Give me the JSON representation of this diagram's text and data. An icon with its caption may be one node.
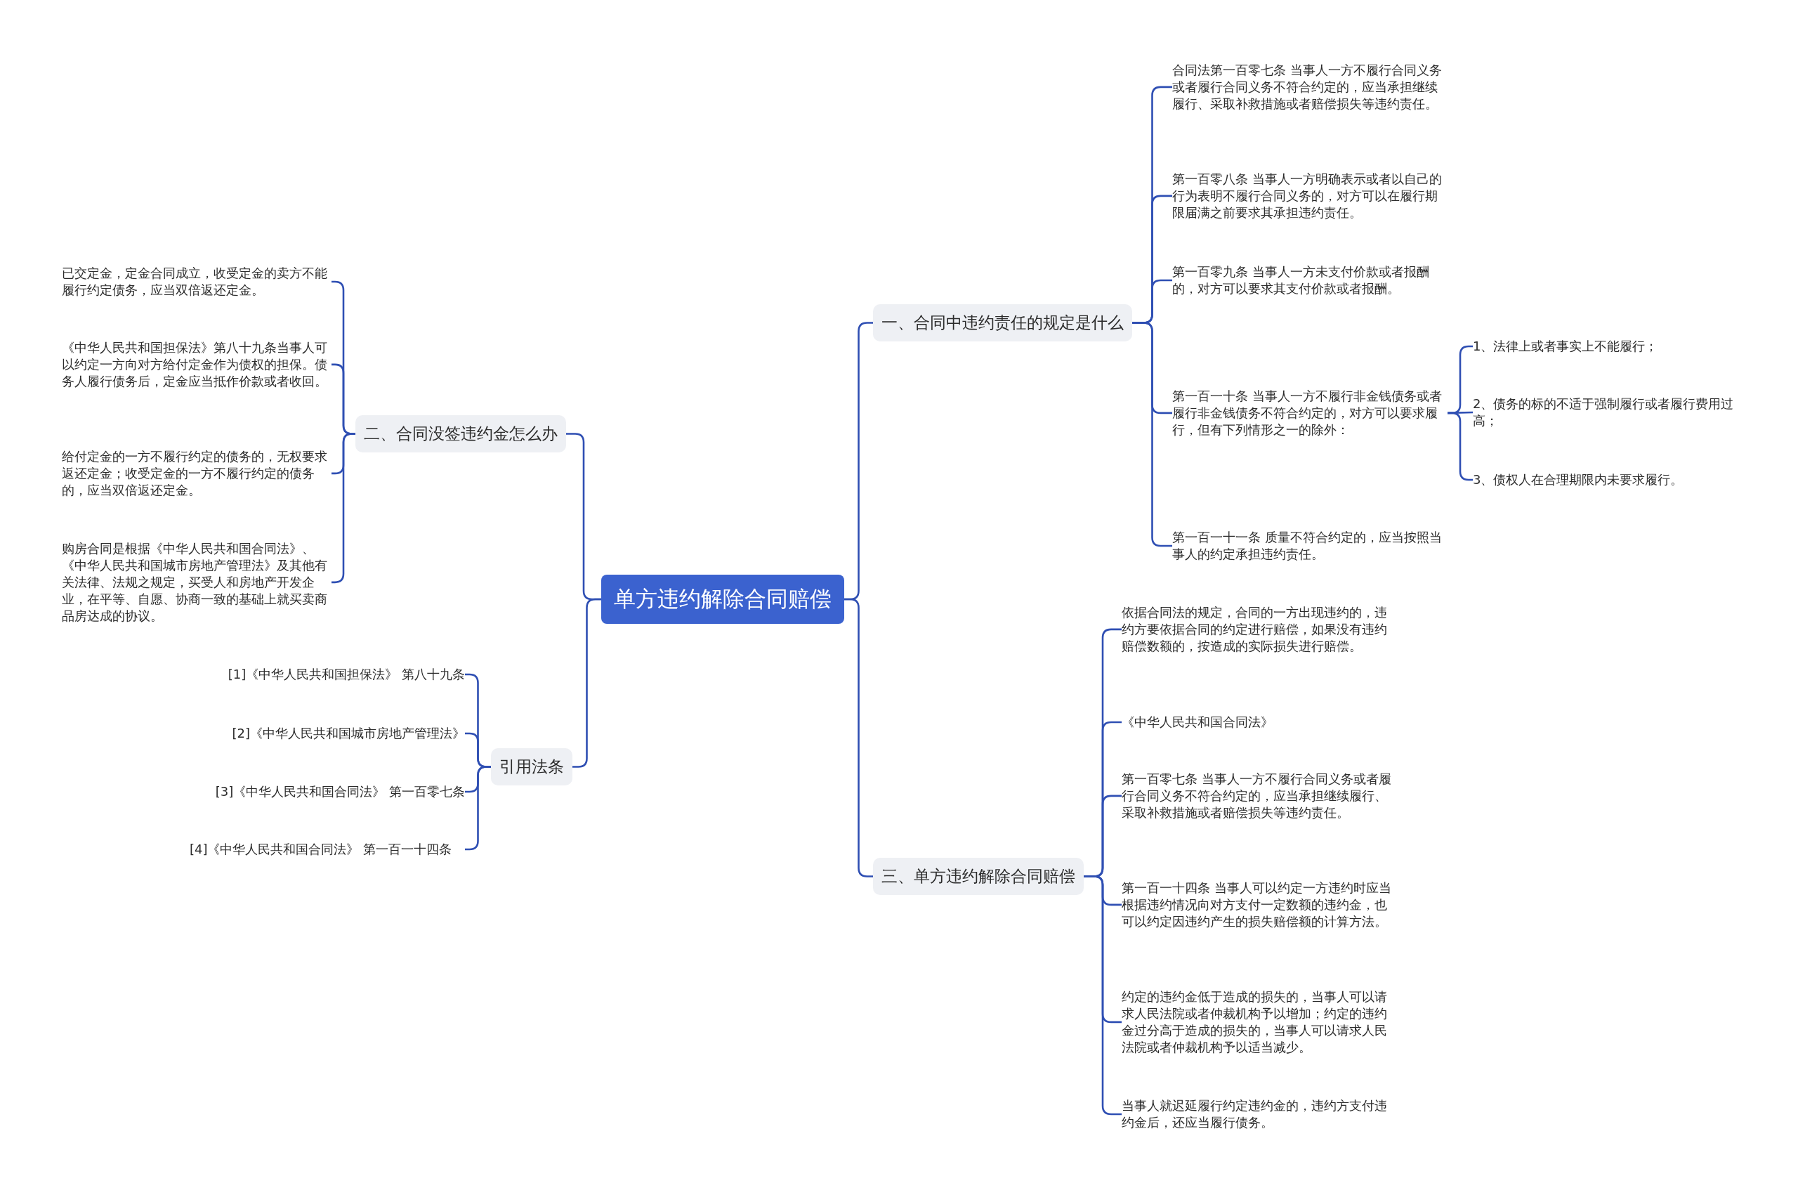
{
  "diagram": {
    "nodes": [
      {
        "text": [
          "单方违约解除合同赔偿"
        ]
      },
      {
        "text": [
          "一、合同中违约责任的规定是什么"
        ]
      },
      {
        "text": [
          "合同法第一百零七条 当事人一方不履行合同义务或者履行合同义务不符合约定的，应当承担继续履行、采取补救措施或者赔偿损失等违约责任。"
        ]
      },
      {
        "text": [
          "第一百零八条 当事人一方明确表示或者以自己的行为表明不履行合同义务的，对方可以在履行期限届满之前要求其承担违约责任。"
        ]
      },
      {
        "text": [
          "第一百零九条 当事人一方未支付价款或者报酬的，对方可以要求其支付价款或者报酬。"
        ]
      },
      {
        "text": [
          "第一百一十条 当事人一方不履行非金钱债务或者履行非金钱债务不符合约定的，对方可以要求履行，但有下列情形之一的除外："
        ]
      },
      {
        "text": [
          "第一百一十一条 质量不符合约定的，应当按照当事人的约定承担违约责任。"
        ]
      },
      {
        "text": [
          "1、法律上或者事实上不能履行；"
        ]
      },
      {
        "text": [
          "2、债务的标的不适于强制履行或者履行费用过高；"
        ]
      },
      {
        "text": [
          "3、债权人在合理期限内未要求履行。"
        ]
      },
      {
        "text": [
          "三、单方违约解除合同赔偿"
        ]
      },
      {
        "text": [
          "依据合同法的规定，合同的一方出现违约的，违约方要依据合同的约定进行赔偿，如果没有违约赔偿数额的，按造成的实际损失进行赔偿。"
        ]
      },
      {
        "text": [
          "《中华人民共和国合同法》"
        ]
      },
      {
        "text": [
          "第一百零七条 当事人一方不履行合同义务或者履行合同义务不符合约定的，应当承担继续履行、采取补救措施或者赔偿损失等违约责任。"
        ]
      },
      {
        "text": [
          "第一百一十四条 当事人可以约定一方违约时应当根据违约情况向对方支付一定数额的违约金，也可以约定因违约产生的损失赔偿额的计算方法。"
        ]
      },
      {
        "text": [
          "约定的违约金低于造成的损失的，当事人可以请求人民法院或者仲裁机构予以增加；约定的违约金过分高于造成的损失的，当事人可以请求人民法院或者仲裁机构予以适当减少。"
        ]
      },
      {
        "text": [
          "当事人就迟延履行约定违约金的，违约方支付违约金后，还应当履行债务。"
        ]
      },
      {
        "text": [
          "二、合同没签违约金怎么办"
        ]
      },
      {
        "text": [
          "已交定金，定金合同成立，收受定金的卖方不能履行约定债务，应当双倍返还定金。"
        ]
      },
      {
        "text": [
          "《中华人民共和国担保法》第八十九条当事人可以约定一方向对方给付定金作为债权的担保。债务人履行债务后，定金应当抵作价款或者收回。"
        ]
      },
      {
        "text": [
          "给付定金的一方不履行约定的债务的，无权要求返还定金；收受定金的一方不履行约定的债务的，应当双倍返还定金。"
        ]
      },
      {
        "text": [
          "购房合同是根据《中华人民共和国合同法》、《中华人民共和国城市房地产管理法》及其他有关法律、法规之规定，买受人和房地产开发企业，在平等、自愿、协商一致的基础上就买卖商品房达成的协议。"
        ]
      },
      {
        "text": [
          "引用法条"
        ]
      },
      {
        "text": [
          "[1]《中华人民共和国担保法》 第八十九条"
        ]
      },
      {
        "text": [
          "[2]《中华人民共和国城市房地产管理法》"
        ]
      },
      {
        "text": [
          "[3]《中华人民共和国合同法》 第一百零七条"
        ]
      },
      {
        "text": [
          "[4]《中华人民共和国合同法》 第一百一十四条"
        ]
      }
    ],
    "edges": [
      {
        "from": 0,
        "to": 1,
        "arrow": "none"
      },
      {
        "from": 1,
        "to": 2,
        "arrow": "none"
      },
      {
        "from": 1,
        "to": 3,
        "arrow": "none"
      },
      {
        "from": 1,
        "to": 4,
        "arrow": "none"
      },
      {
        "from": 1,
        "to": 5,
        "arrow": "none"
      },
      {
        "from": 1,
        "to": 6,
        "arrow": "none"
      },
      {
        "from": 5,
        "to": 7,
        "arrow": "none"
      },
      {
        "from": 5,
        "to": 8,
        "arrow": "none"
      },
      {
        "from": 5,
        "to": 9,
        "arrow": "none"
      },
      {
        "from": 0,
        "to": 10,
        "arrow": "none"
      },
      {
        "from": 10,
        "to": 11,
        "arrow": "none"
      },
      {
        "from": 10,
        "to": 12,
        "arrow": "none"
      },
      {
        "from": 10,
        "to": 13,
        "arrow": "none"
      },
      {
        "from": 10,
        "to": 14,
        "arrow": "none"
      },
      {
        "from": 10,
        "to": 15,
        "arrow": "none"
      },
      {
        "from": 10,
        "to": 16,
        "arrow": "none"
      },
      {
        "from": 0,
        "to": 17,
        "arrow": "none"
      },
      {
        "from": 17,
        "to": 18,
        "arrow": "none"
      },
      {
        "from": 17,
        "to": 19,
        "arrow": "none"
      },
      {
        "from": 17,
        "to": 20,
        "arrow": "none"
      },
      {
        "from": 17,
        "to": 21,
        "arrow": "none"
      },
      {
        "from": 0,
        "to": 22,
        "arrow": "none"
      },
      {
        "from": 22,
        "to": 23,
        "arrow": "none"
      },
      {
        "from": 22,
        "to": 24,
        "arrow": "none"
      },
      {
        "from": 22,
        "to": 25,
        "arrow": "none"
      },
      {
        "from": 22,
        "to": 26,
        "arrow": "none"
      }
    ]
  }
}
